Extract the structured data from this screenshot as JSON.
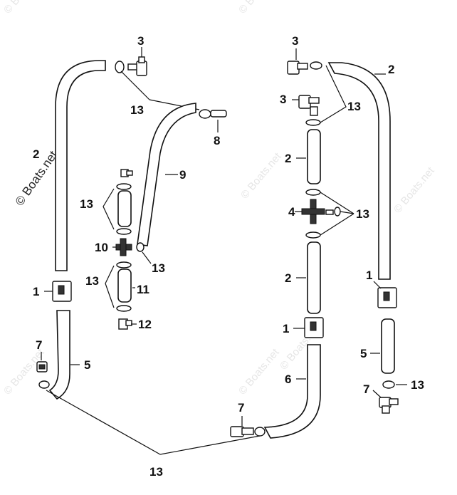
{
  "watermark": {
    "main": "© Boats.net",
    "repeat": "© Boats.net"
  },
  "callouts": {
    "c3_top_left": "3",
    "c13_left_upper": "13",
    "c8": "8",
    "c2_left": "2",
    "c9": "9",
    "c13_left_mid": "13",
    "c10": "10",
    "c13_left_10": "13",
    "c13_left_lower": "13",
    "c11": "11",
    "c12": "12",
    "c1_left": "1",
    "c7_left": "7",
    "c5_left": "5",
    "c13_bottom": "13",
    "c7_mid": "7",
    "c3_right_top": "3",
    "c2_right_outer": "2",
    "c3_right_second": "3",
    "c13_right_upper": "13",
    "c2_right_upper": "2",
    "c4": "4",
    "c13_right_mid": "13",
    "c2_right_mid": "2",
    "c1_right_inner": "1",
    "c6": "6",
    "c1_right_outer": "1",
    "c5_right": "5",
    "c13_right_lower": "13",
    "c7_right": "7"
  }
}
